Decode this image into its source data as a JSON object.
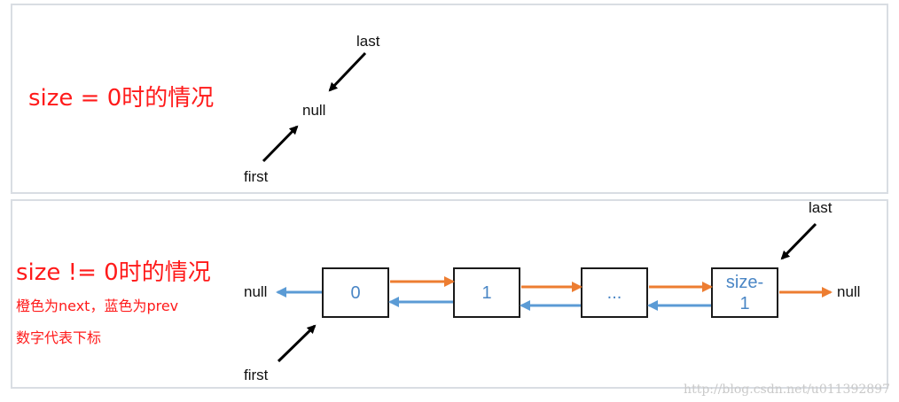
{
  "top_panel": {
    "title": "size = 0时的情况",
    "last_label": "last",
    "null_label": "null",
    "first_label": "first"
  },
  "bottom_panel": {
    "title": "size != 0时的情况",
    "note_line1": "橙色为next，蓝色为prev",
    "note_line2": "数字代表下标",
    "left_null": "null",
    "right_null": "null",
    "last_label": "last",
    "first_label": "first",
    "nodes": [
      {
        "label": "0"
      },
      {
        "label": "1"
      },
      {
        "label": "..."
      },
      {
        "label_line1": "size-",
        "label_line2": "1"
      }
    ]
  },
  "watermark": "http://blog.csdn.net/u011392897",
  "colors": {
    "next_arrow": "#ed7d31",
    "prev_arrow": "#5b9bd5",
    "pointer_arrow": "#000000",
    "title_text": "#ff1a1a",
    "node_text": "#4a86c5"
  }
}
